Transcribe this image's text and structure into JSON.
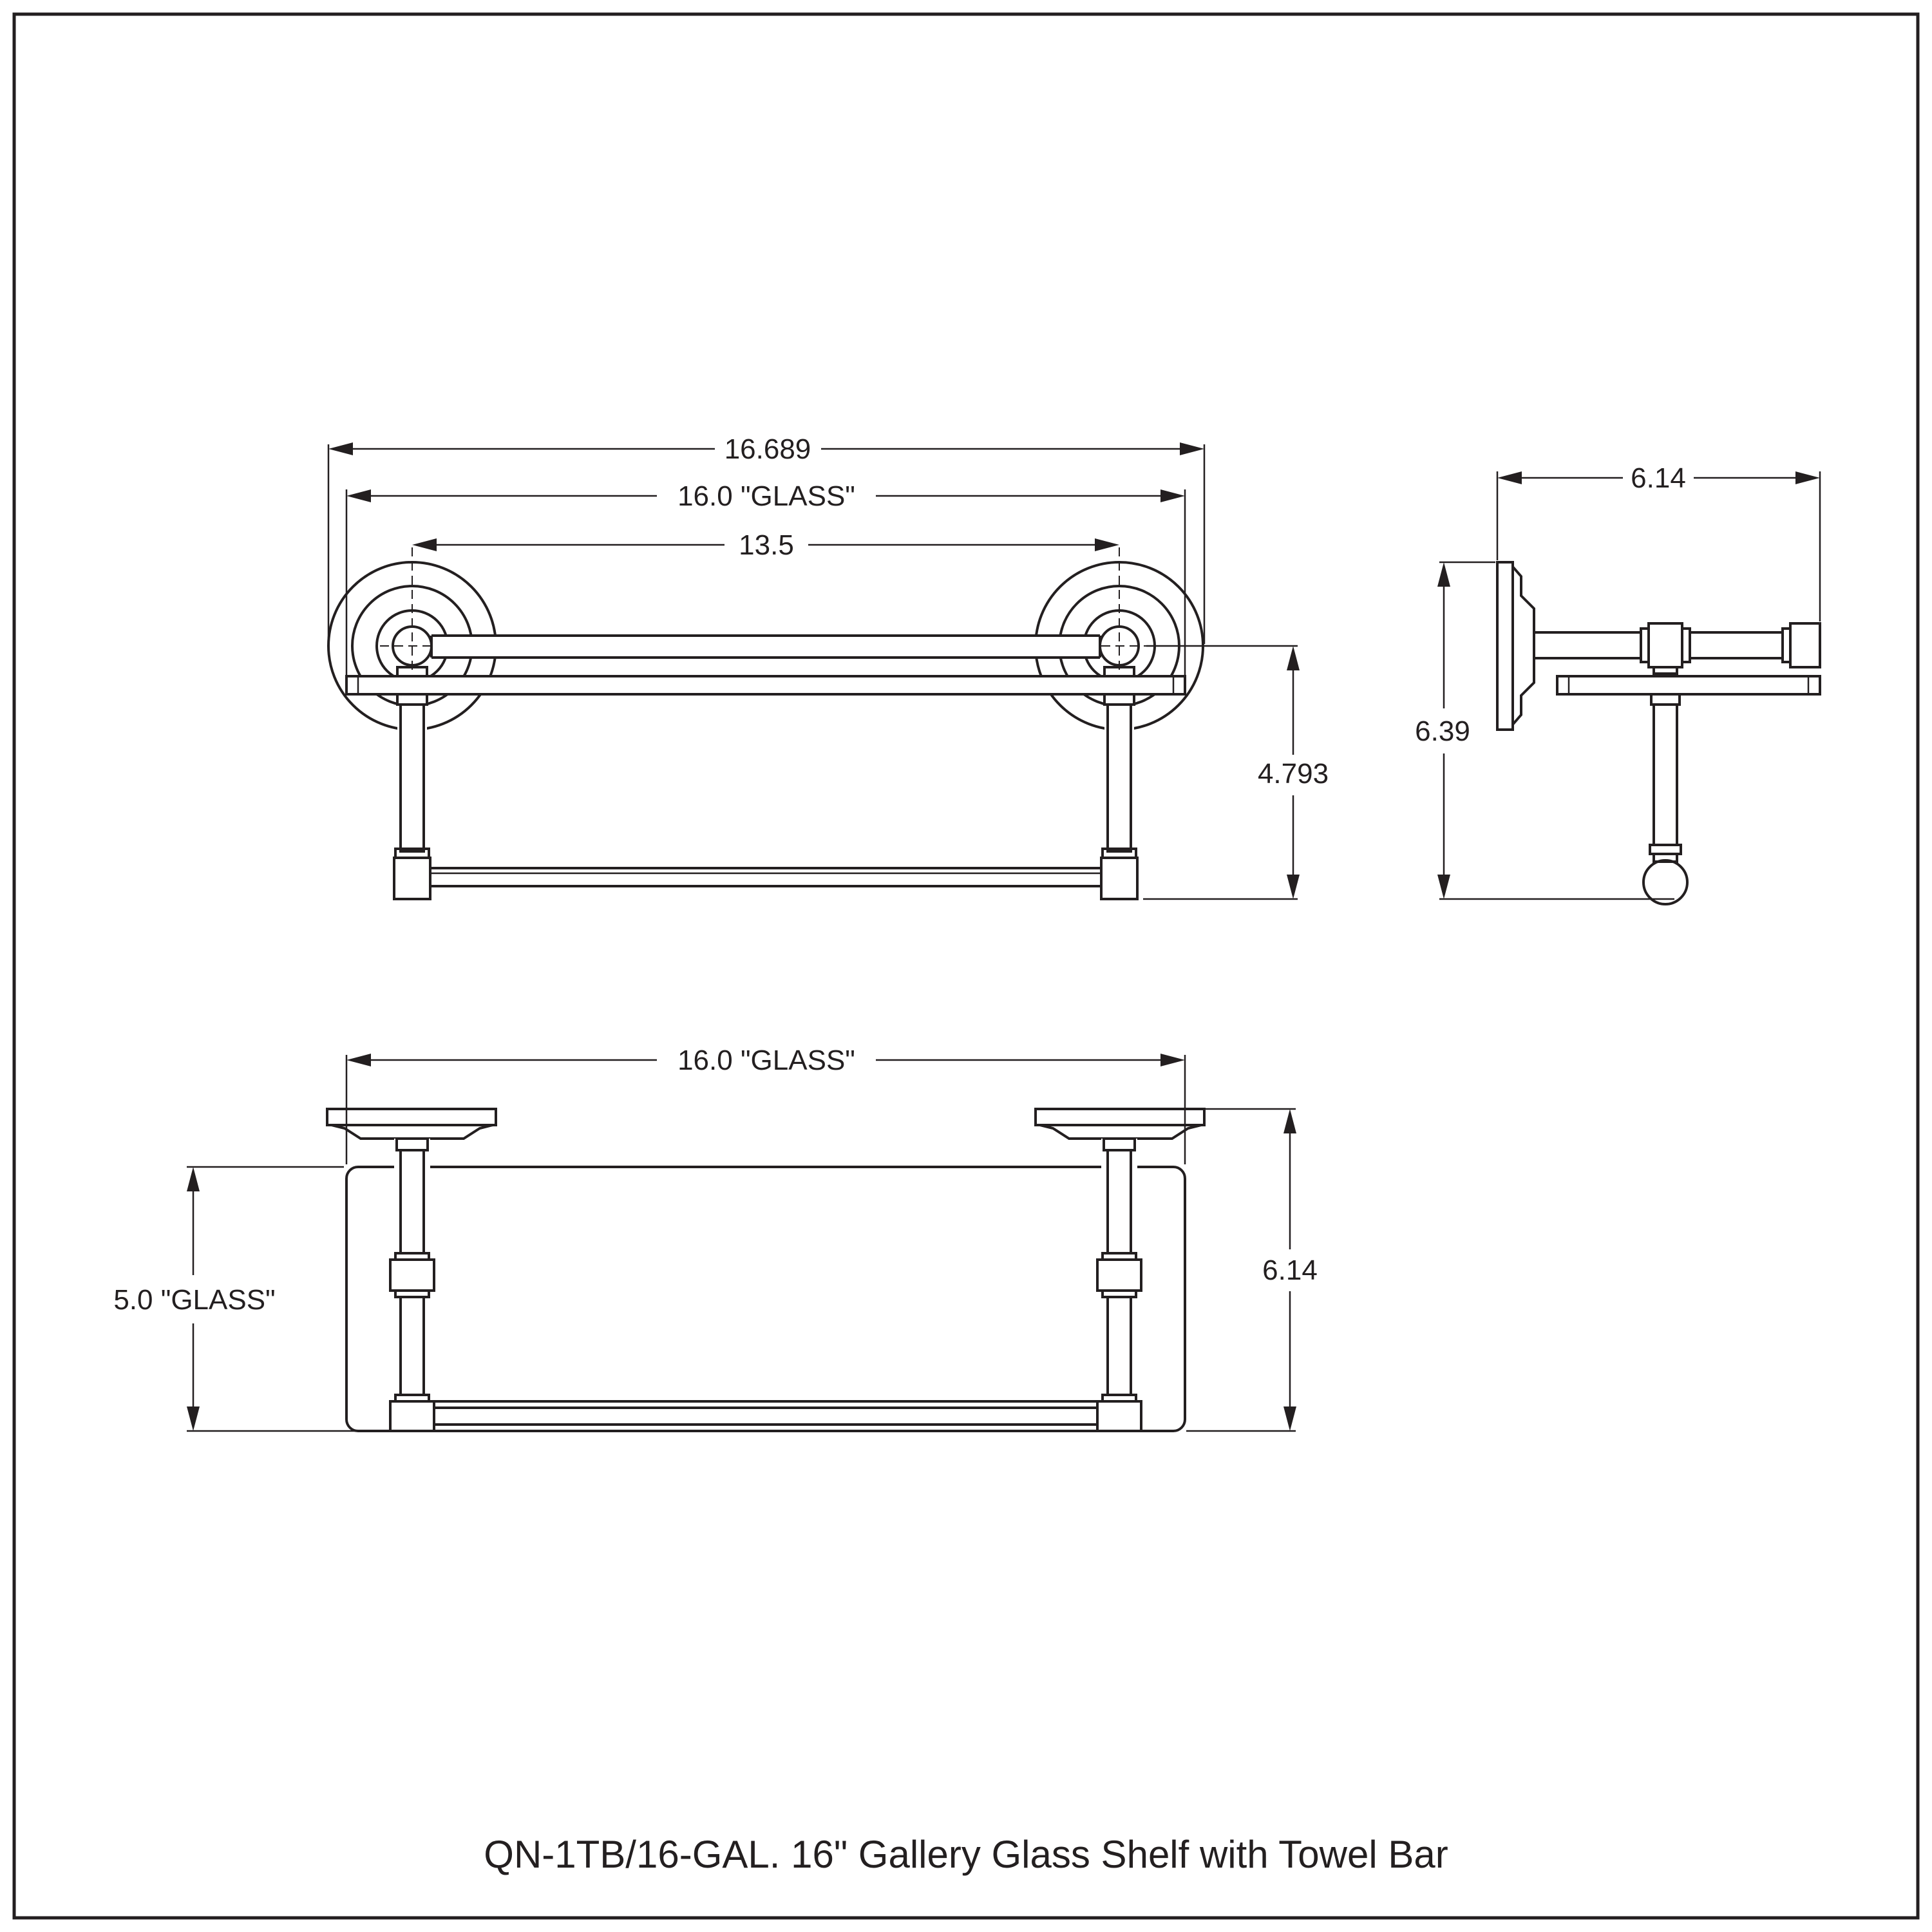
{
  "title": "QN-1TB/16-GAL. 16\" Gallery Glass Shelf with Towel Bar",
  "dimensions": {
    "overall_width": "16.689",
    "glass_width_top": "16.0 \"GLASS\"",
    "center_to_center": "13.5",
    "height_front": "4.793",
    "side_depth": "6.14",
    "side_height": "6.39",
    "glass_width_bottom": "16.0 \"GLASS\"",
    "glass_depth": "5.0 \"GLASS\"",
    "plan_depth": "6.14"
  },
  "colors": {
    "line": "#231f20",
    "background": "#ffffff"
  }
}
